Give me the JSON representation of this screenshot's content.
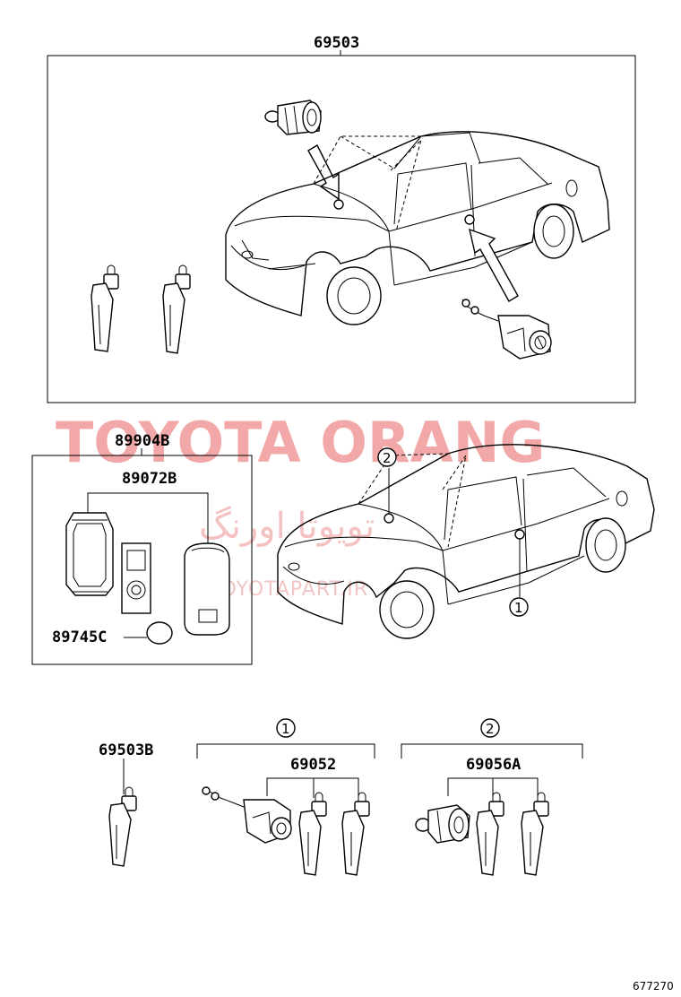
{
  "labels": {
    "top_assembly": "69503",
    "remote_assembly": "89904B",
    "remote_case": "89072B",
    "battery": "89745C",
    "key_plate": "69503B",
    "set_1": "69052",
    "set_2": "69056A",
    "callout_1": "1",
    "callout_2": "2"
  },
  "watermark": {
    "brand": "TOYOTA ORANG",
    "farsi": "تویوتا اورنگ",
    "site": "TOYOTAPART.IR"
  },
  "page_number": "677270"
}
